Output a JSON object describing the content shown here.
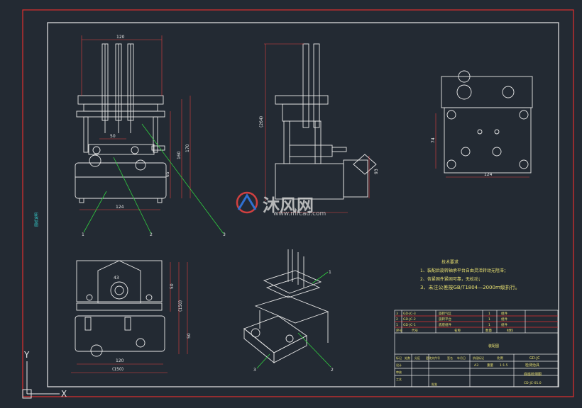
{
  "watermark": {
    "brand": "沐风网",
    "url": "www.mfcad.com"
  },
  "side_label": "图纸说明",
  "dims": {
    "front_top_width": "120",
    "front_mid_width": "50",
    "front_bottom_width": "124",
    "front_h1": "65",
    "front_h2": "160",
    "front_h3": "170",
    "side_h_total": "(264)",
    "side_h_lower": "93",
    "top_h": "74",
    "top_w": "124",
    "plan_w1": "43",
    "plan_w2": "120",
    "plan_w3": "(150)",
    "plan_h1": "50",
    "plan_h2": "(150)",
    "plan_h3": "50"
  },
  "balloons": [
    "1",
    "2",
    "3",
    "1",
    "2",
    "3"
  ],
  "notes": {
    "title": "技术要求",
    "lines": [
      "1、装配后旋转轴承平台自由灵活转动无阻滞；",
      "2、各紧固件紧固可靠，无松动；",
      "3、未注公差按GB/T1804—2000m级执行。"
    ]
  },
  "title_block": {
    "parts": [
      {
        "no": "3",
        "code": "GD-JC-3",
        "name": "旋转气缸",
        "qty": "1",
        "mat": "组件"
      },
      {
        "no": "2",
        "code": "GD-JC-2",
        "name": "旋转平台",
        "qty": "1",
        "mat": "组件"
      },
      {
        "no": "1",
        "code": "GD-JC-1",
        "name": "底座组件",
        "qty": "1",
        "mat": "组件"
      }
    ],
    "header": [
      "序号",
      "代号",
      "名称",
      "数量",
      "材料"
    ],
    "drawing_title": "装配图",
    "code": "GD-JC",
    "name1": "检测治具",
    "name2": "底座检测图",
    "sheet_code": "CD-JC-01.0",
    "scale_label": "比例",
    "scale": "1:1.5",
    "weight_label": "重量",
    "sheet": "A3",
    "labels": [
      "标记",
      "处数",
      "分区",
      "更改文件号",
      "签名",
      "年月日"
    ],
    "sign_rows": [
      "设计",
      "审核",
      "工艺",
      "批准"
    ],
    "stage": "阶段标记"
  }
}
